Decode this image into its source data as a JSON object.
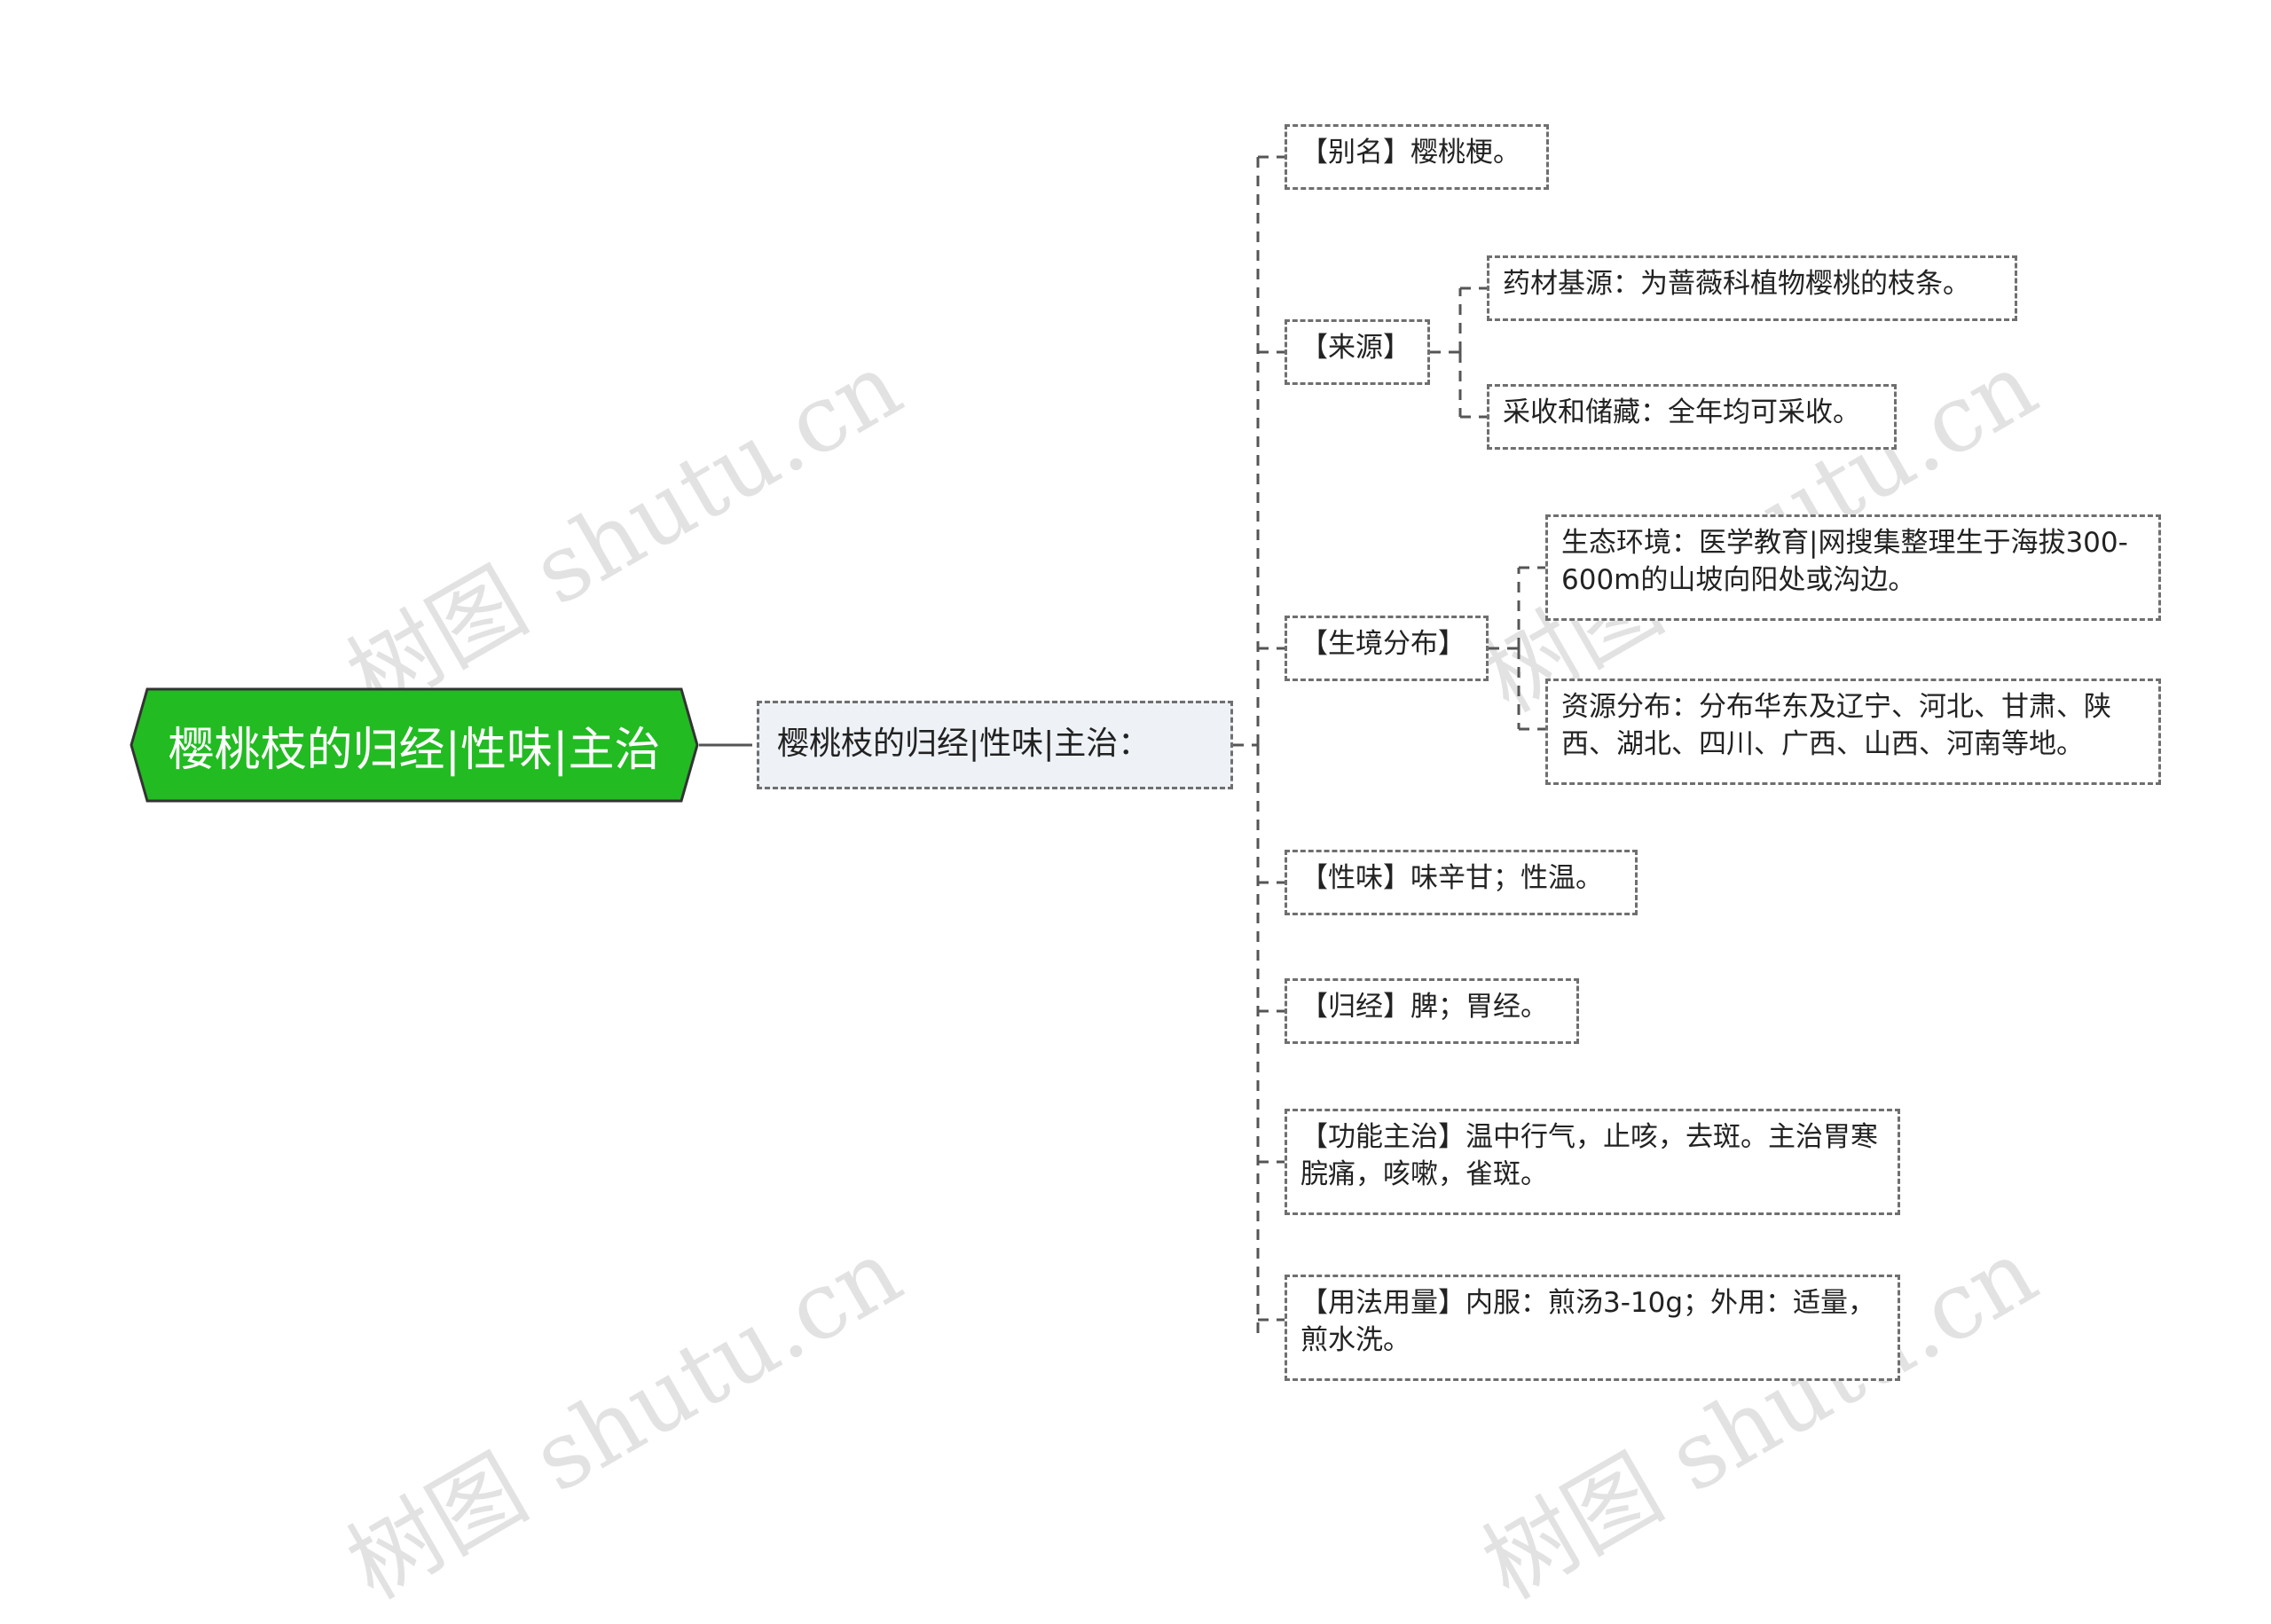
{
  "root": {
    "title": "樱桃枝的归经|性味|主治",
    "fill": "#22bb22",
    "stroke": "#333333"
  },
  "center": {
    "label": "樱桃枝的归经|性味|主治："
  },
  "branches": {
    "alias": "【别名】樱桃梗。",
    "source": {
      "label": "【来源】",
      "children": [
        "药材基源：为蔷薇科植物樱桃的枝条。",
        "采收和储藏：全年均可采收。"
      ]
    },
    "habitat": {
      "label": "【生境分布】",
      "children": [
        "生态环境：医学教育|网搜集整理生于海拔300-600m的山坡向阳处或沟边。",
        "资源分布：分布华东及辽宁、河北、甘肃、陕西、湖北、四川、广西、山西、河南等地。"
      ]
    },
    "nature": "【性味】味辛甘；性温。",
    "meridian": "【归经】脾；胃经。",
    "function": "【功能主治】温中行气，止咳，去斑。主治胃寒脘痛，咳嗽，雀斑。",
    "usage": "【用法用量】内服：煎汤3-10g；外用：适量，煎水洗。"
  },
  "watermark": "树图 shutu.cn",
  "colors": {
    "line": "#555555",
    "node_border": "#6f6f6f",
    "center_fill": "#eef2f6"
  }
}
